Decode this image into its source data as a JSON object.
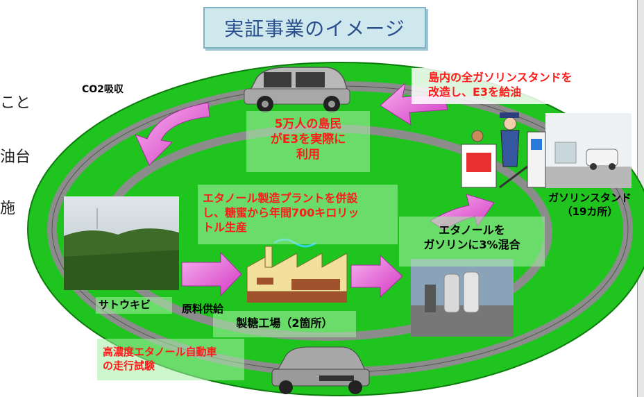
{
  "title": "実証事業のイメージ",
  "left_fragments": [
    "こと",
    "油台",
    "施"
  ],
  "labels": {
    "co2": "CO2吸収",
    "islanders_1": "5万人の島民",
    "islanders_2": "がE3を実際に",
    "islanders_3": "利用",
    "stations_red_1": "島内の全ガソリンスタンドを",
    "stations_red_2": "改造し、E3を給油",
    "gas_station_1": "ガソリンスタンド",
    "gas_station_2": "（19カ所）",
    "plant_1": "エタノール製造プラントを併設",
    "plant_2": "し、糖蜜から年間700キロリッ",
    "plant_3": "トル生産",
    "mix_1": "エタノールを",
    "mix_2": "ガソリンに3%混合",
    "sugarcane": "サトウキビ",
    "raw_supply": "原料供給",
    "sugar_factory": "製糖工場（2箇所）",
    "car_test_1": "高濃度エタノール自動車",
    "car_test_2": "の走行試験"
  },
  "colors": {
    "ring_green": "#1fc41f",
    "road_gray": "#8c8c8c",
    "arrow_pink": "#e04fd0",
    "label_box": "#a6f0a6",
    "title_bg": "#cfe8ee",
    "title_text": "#2a4f8c"
  },
  "icons": [
    "suv-icon",
    "car-icon",
    "factory-icon",
    "gas-pump-icon",
    "attendant-icon",
    "tank-icon"
  ]
}
